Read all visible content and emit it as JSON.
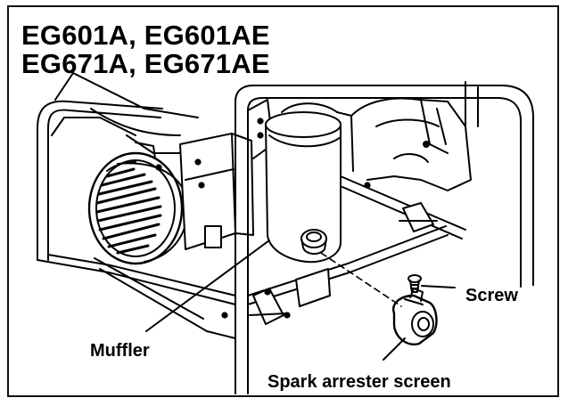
{
  "title": {
    "line1": "EG601A, EG601AE",
    "line2": "EG671A, EG671AE"
  },
  "callouts": {
    "muffler": "Muffler",
    "screw": "Screw",
    "spark_arrester_screen": "Spark arrester screen"
  },
  "colors": {
    "ink": "#000000",
    "paper": "#ffffff"
  }
}
